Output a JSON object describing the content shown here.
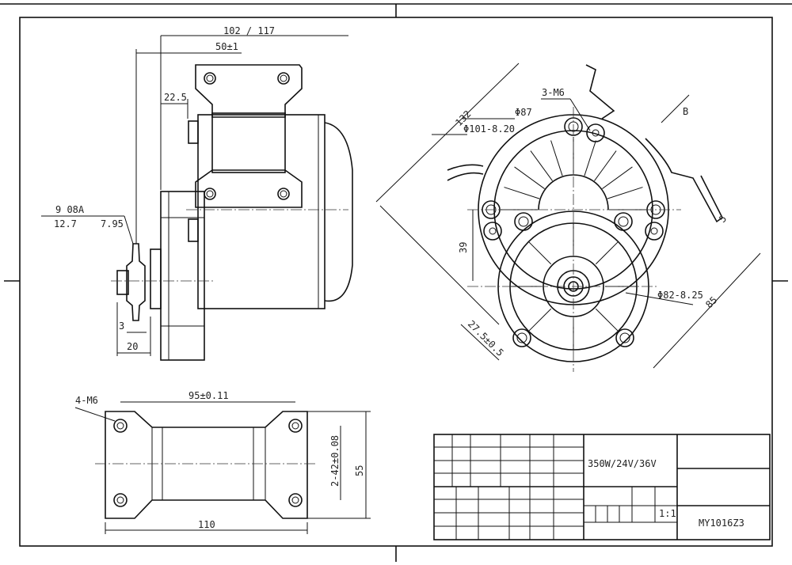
{
  "drawing": {
    "side_view": {
      "dim_overall": "102 / 117",
      "dim_mount_spacing": "50±1",
      "dim_offset": "22.5",
      "sprocket_spec": "9  08A",
      "sprocket_pitch": "12.7",
      "sprocket_roller": "7.95",
      "dim_tooth_width": "3",
      "dim_shaft": "20"
    },
    "end_view": {
      "dim_diag_132": "132",
      "dim_phi87": "Φ87",
      "dim_phi101": "Φ101-8.20",
      "dim_holes": "3-M6",
      "view_label": "B",
      "dim_5": "5",
      "dim_39": "39",
      "dim_phi82": "Φ82-8.25",
      "dim_85": "85",
      "dim_27_5": "27.5±0.5"
    },
    "bottom_view": {
      "dim_holes": "4-M6",
      "dim_hole_spacing": "95±0.11",
      "dim_width": "110",
      "dim_rows": "2-42±0.08",
      "dim_height": "55"
    },
    "title_block": {
      "rating": "350W/24V/36V",
      "scale": "1:1",
      "model": "MY1016Z3"
    }
  }
}
